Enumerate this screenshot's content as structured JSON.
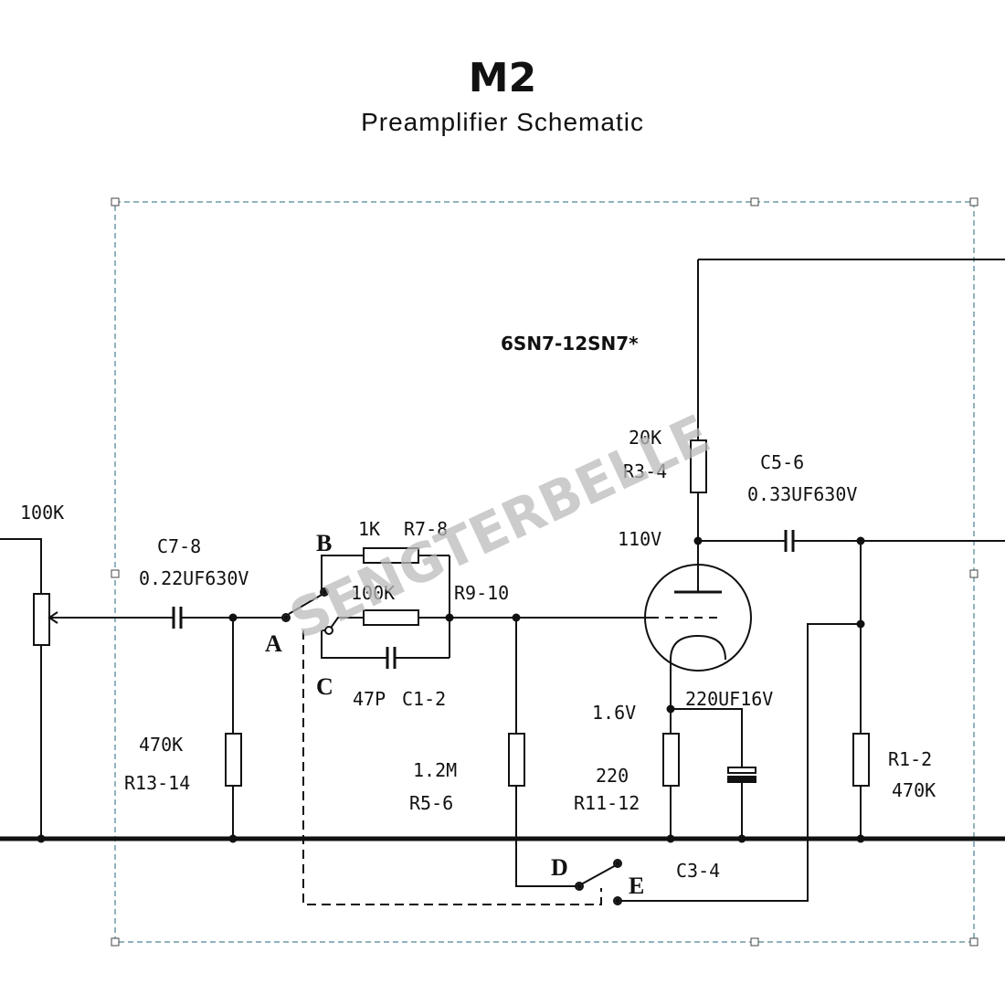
{
  "title": "M2",
  "subtitle": "Preamplifier Schematic",
  "watermark": "SENGTERBELLE",
  "tube": "6SN7-12SN7*",
  "labels": {
    "pot": "100K",
    "c78_name": "C7-8",
    "c78_value": "0.22UF630V",
    "r1314_value": "470K",
    "r1314_name": "R13-14",
    "r78_value": "1K",
    "r78_name": "R7-8",
    "r910_value": "100K",
    "r910_name": "R9-10",
    "c12_value": "47P",
    "c12_name": "C1-2",
    "r56_value": "1.2M",
    "r56_name": "R5-6",
    "r34_value": "20K",
    "r34_name": "R3-4",
    "plate_v": "110V",
    "c56_name": "C5-6",
    "c56_value": "0.33UF630V",
    "cathode_v": "1.6V",
    "c34_value": "220UF16V",
    "r1112_value": "220",
    "r1112_name": "R11-12",
    "c34_name": "C3-4",
    "r12_name": "R1-2",
    "r12_value": "470K"
  },
  "nodes": {
    "a": "A",
    "b": "B",
    "c": "C",
    "d": "D",
    "e": "E"
  }
}
